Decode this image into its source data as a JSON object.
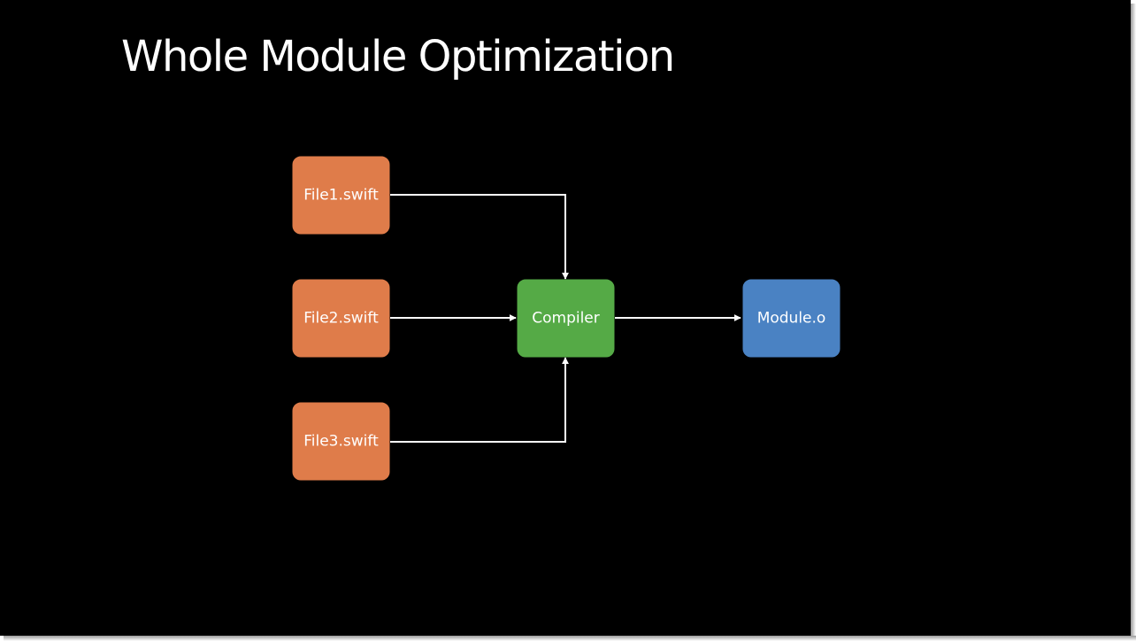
{
  "slide": {
    "title": "Whole Module Optimization"
  },
  "diagram": {
    "nodes": [
      {
        "id": "file1",
        "label": "File1.swift",
        "kind": "source-file",
        "color": "#DF7C4A"
      },
      {
        "id": "file2",
        "label": "File2.swift",
        "kind": "source-file",
        "color": "#DF7C4A"
      },
      {
        "id": "file3",
        "label": "File3.swift",
        "kind": "source-file",
        "color": "#DF7C4A"
      },
      {
        "id": "compiler",
        "label": "Compiler",
        "kind": "process",
        "color": "#55AA46"
      },
      {
        "id": "module",
        "label": "Module.o",
        "kind": "output",
        "color": "#4A82C3"
      }
    ],
    "edges": [
      {
        "from": "file1",
        "to": "compiler"
      },
      {
        "from": "file2",
        "to": "compiler"
      },
      {
        "from": "file3",
        "to": "compiler"
      },
      {
        "from": "compiler",
        "to": "module"
      }
    ],
    "connector_color": "#FFFFFF"
  },
  "colors": {
    "background": "#000000",
    "text": "#FFFFFF"
  }
}
